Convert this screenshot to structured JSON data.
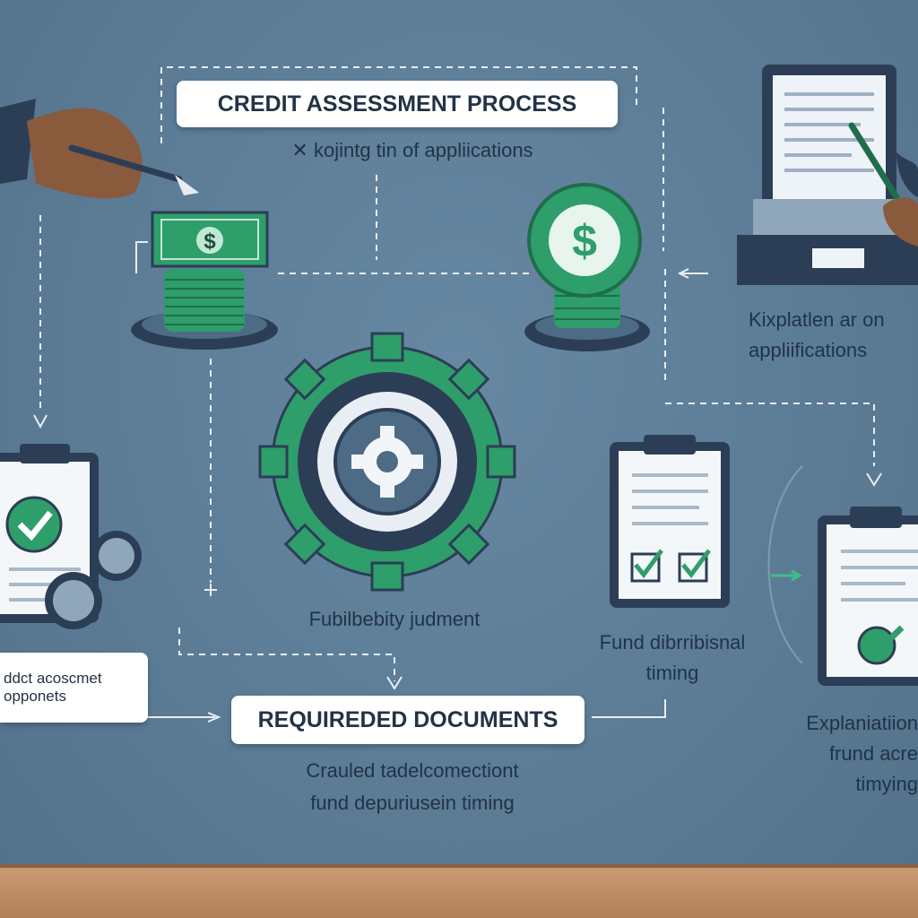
{
  "diagram": {
    "title": "CREDIT ASSESSMENT PROCESS",
    "subtitle": "✕ kojintg tin of appliications",
    "right_top_label": [
      "Kixplatlen ar on",
      "appliifications"
    ],
    "center_label": "Fubilbebity judment",
    "right_mid_label": [
      "Fund dibrribisnal",
      "timing"
    ],
    "left_bottom_label": [
      "ddct acoscmet",
      "opponets"
    ],
    "bottom_pill": "REQUIREDED DOCUMENTS",
    "bottom_label": [
      "Crauled tadelcomectiont",
      "fund depuriusein timing"
    ],
    "right_bottom_label": [
      "Explaniatiion",
      "frund acre",
      "timying"
    ],
    "currency_symbol": "$"
  },
  "colors": {
    "background": "#5e7f99",
    "accent_green": "#2e9e6b",
    "card": "#ffffff",
    "navy": "#2c3e55",
    "floor": "#c99a72"
  }
}
